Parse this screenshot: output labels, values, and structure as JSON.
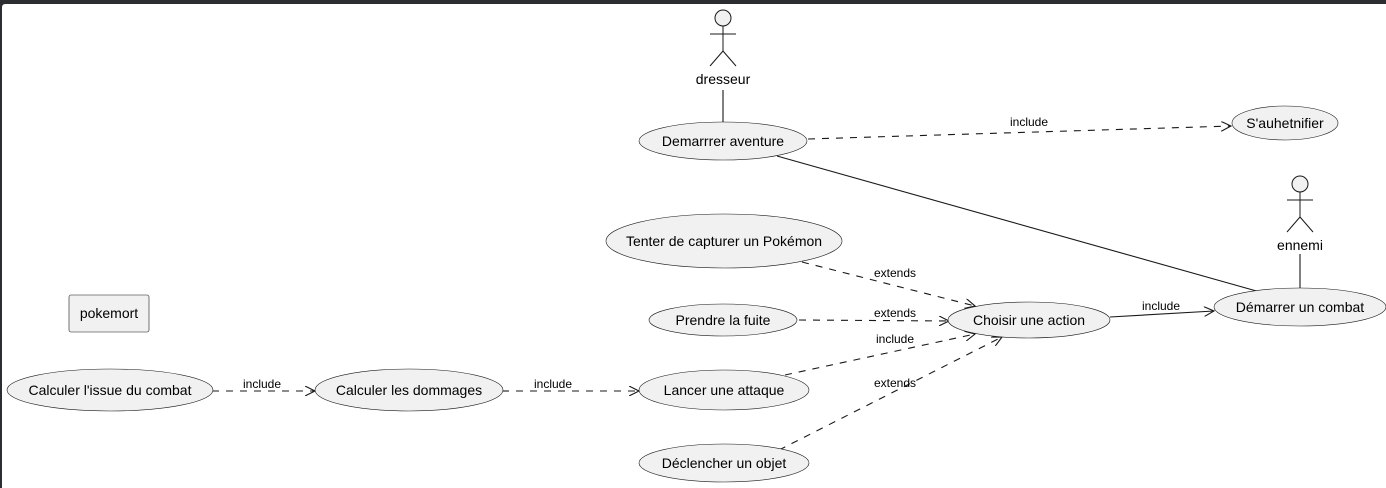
{
  "diagram": {
    "actors": {
      "dresseur": "dresseur",
      "ennemi": "ennemi"
    },
    "package_label": "pokemort",
    "use_cases": {
      "demarrer_aventure": "Demarrrer aventure",
      "sauthentifier": "S'auhetnifier",
      "tenter_capturer": "Tenter de capturer un Pokémon",
      "prendre_fuite": "Prendre la fuite",
      "choisir_action": "Choisir une action",
      "demarrer_combat": "Démarrer un combat",
      "calculer_issue": "Calculer l'issue du combat",
      "calculer_dommages": "Calculer les dommages",
      "lancer_attaque": "Lancer une attaque",
      "declencher_objet": "Déclencher un objet"
    },
    "relation_labels": {
      "aventure_auth": "include",
      "capturer_choisir": "extends",
      "fuite_choisir": "extends",
      "attaque_choisir": "include",
      "objet_choisir": "extends",
      "choisir_combat": "include",
      "issue_dommages": "include",
      "dommages_attaque": "include"
    },
    "colors": {
      "node_fill": "#f1f1f1",
      "stroke": "#181818",
      "window_frame": "#2b2d31"
    }
  }
}
